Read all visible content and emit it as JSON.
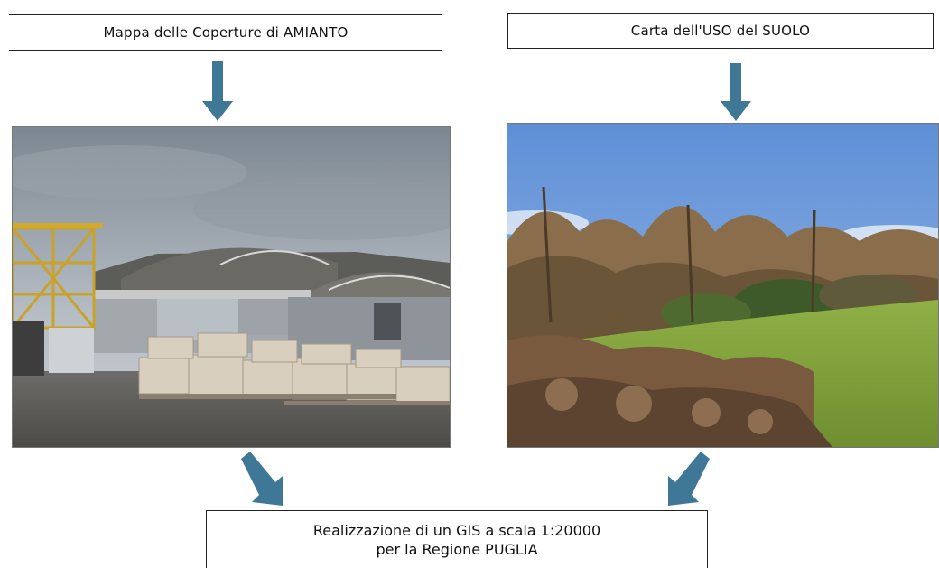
{
  "source_boxes": {
    "left": {
      "label": "Mappa delle Coperture di AMIANTO"
    },
    "right": {
      "label": "Carta dell'USO del SUOLO"
    }
  },
  "photos": {
    "left": {
      "subject": "industrial-buildings-with-asbestos-roofs"
    },
    "right": {
      "subject": "vegetated-land-with-shrubs-and-grass"
    }
  },
  "result_box": {
    "line1": "Realizzazione di un GIS a scala 1:20000",
    "line2": "per la Regione PUGLIA"
  },
  "colors": {
    "arrow": "#3f7896",
    "box_border": "#222222",
    "text": "#111111"
  }
}
